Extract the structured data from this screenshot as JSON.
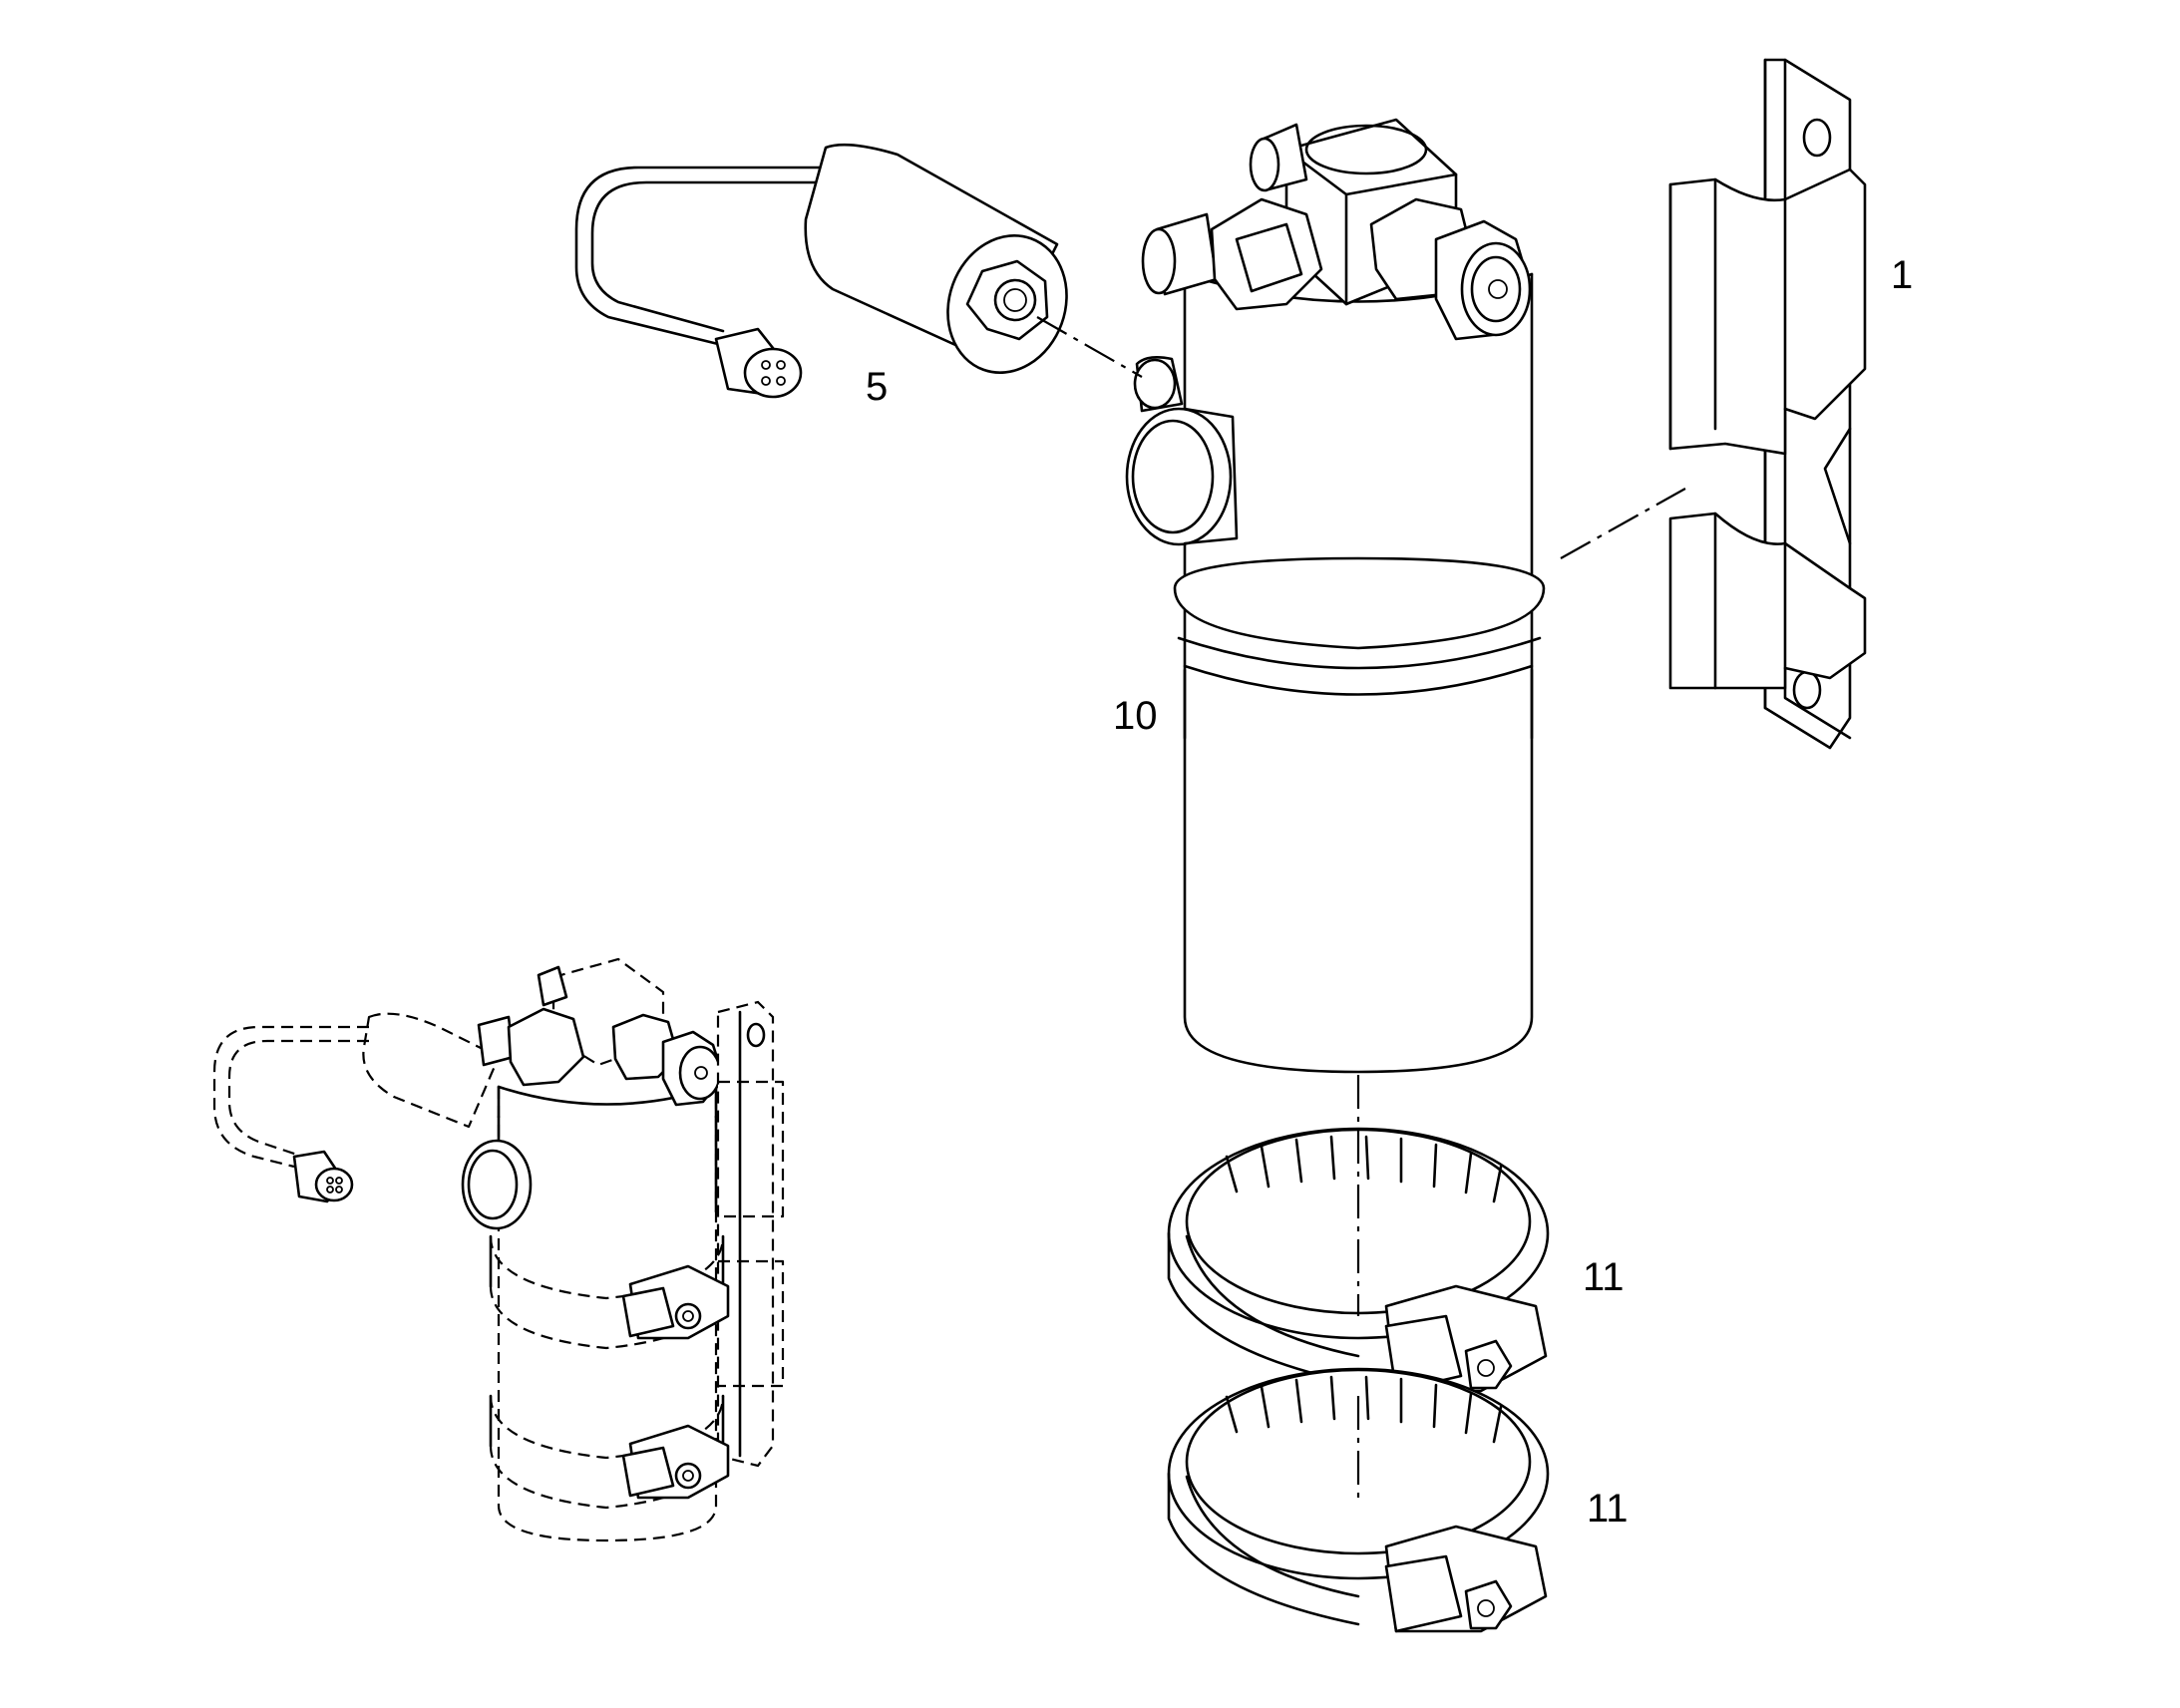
{
  "callouts": {
    "part_1": "1",
    "part_5": "5",
    "part_10": "10",
    "part_11_upper": "11",
    "part_11_lower": "11"
  },
  "colors": {
    "line": "#000000",
    "background": "#ffffff"
  }
}
